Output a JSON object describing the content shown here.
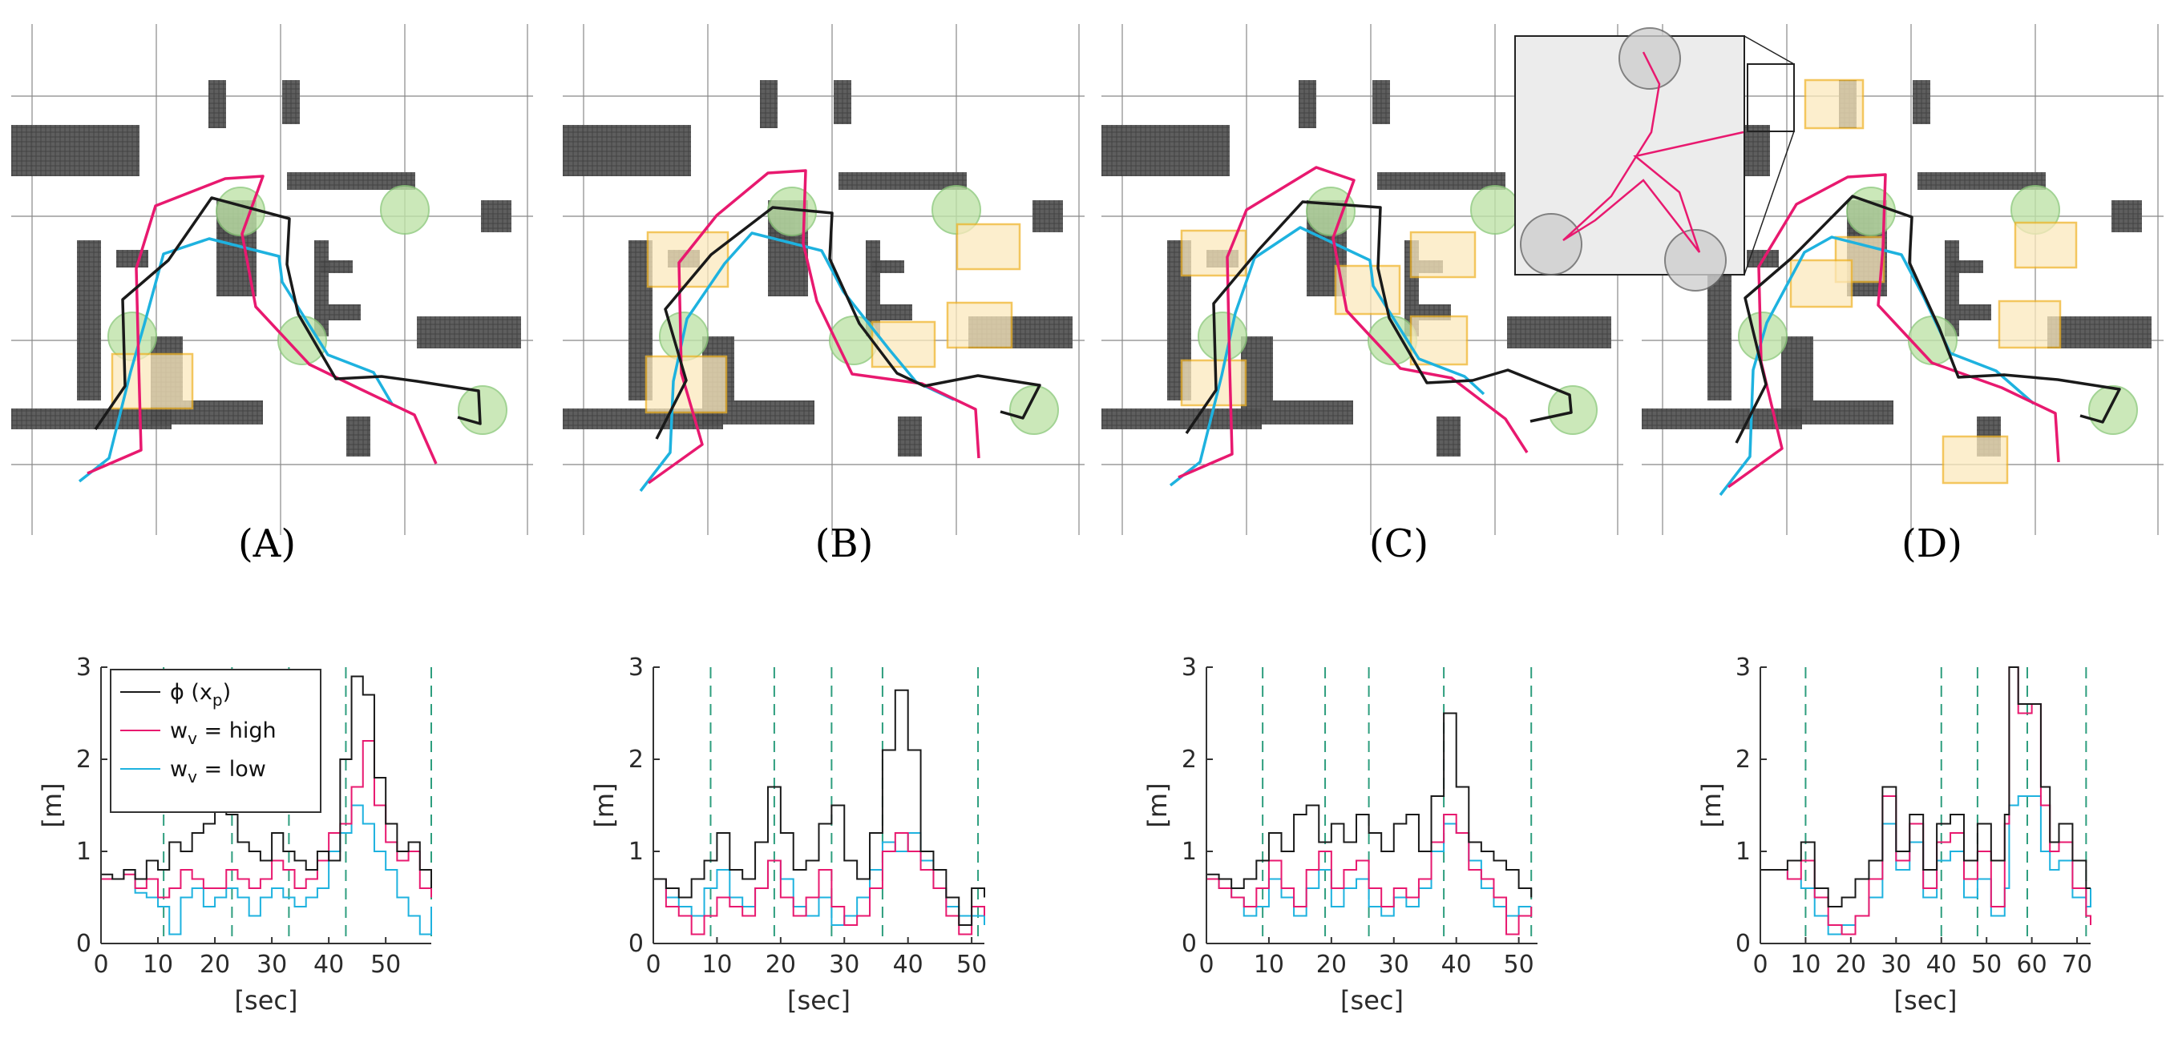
{
  "panel_labels": [
    "(A)",
    "(B)",
    "(C)",
    "(D)"
  ],
  "colors": {
    "phi": "#1a1a1a",
    "high": "#e8196f",
    "low": "#1eb2df",
    "goal_fill": "#bfe3a8",
    "goal_stroke": "#8cc97a",
    "box_fill": "#fbe9bd",
    "box_stroke": "#f0b429",
    "obstacle": "#4a4a4a",
    "event_line": "#2e9e7e"
  },
  "legend": {
    "phi": "ϕ (x",
    "phi_sub": "p",
    "phi_close": ")",
    "high_pre": "w",
    "high_sub": "v",
    "high_post": " = high",
    "low_pre": "w",
    "low_sub": "v",
    "low_post": " = low"
  },
  "chart_data": [
    {
      "type": "line",
      "panel": "A",
      "xlabel": "[sec]",
      "ylabel": "[m]",
      "xlim": [
        0,
        58
      ],
      "ylim": [
        0,
        3
      ],
      "xticks": [
        0,
        10,
        20,
        30,
        40,
        50
      ],
      "yticks": [
        0,
        1,
        2,
        3
      ],
      "event_lines": [
        11,
        23,
        33,
        43,
        58
      ],
      "series": [
        {
          "name": "phi",
          "x": [
            0,
            2,
            4,
            6,
            8,
            10,
            12,
            14,
            16,
            18,
            20,
            22,
            24,
            26,
            28,
            30,
            32,
            34,
            36,
            38,
            40,
            42,
            44,
            46,
            48,
            50,
            52,
            54,
            56,
            58
          ],
          "y": [
            0.75,
            0.7,
            0.8,
            0.7,
            0.9,
            0.8,
            1.1,
            1.0,
            1.2,
            1.3,
            1.7,
            1.4,
            1.1,
            1.0,
            0.9,
            1.2,
            1.0,
            0.9,
            0.8,
            1.0,
            0.9,
            2.0,
            2.9,
            2.7,
            1.8,
            1.3,
            1.0,
            1.1,
            0.8,
            0.6
          ]
        },
        {
          "name": "high",
          "x": [
            0,
            2,
            4,
            6,
            8,
            10,
            12,
            14,
            16,
            18,
            20,
            22,
            24,
            26,
            28,
            30,
            32,
            34,
            36,
            38,
            40,
            42,
            44,
            46,
            48,
            50,
            52,
            54,
            56,
            58
          ],
          "y": [
            0.7,
            0.7,
            0.75,
            0.6,
            0.7,
            0.5,
            0.6,
            0.8,
            0.7,
            0.6,
            0.6,
            0.8,
            0.7,
            0.6,
            0.7,
            0.9,
            0.8,
            0.6,
            0.7,
            0.9,
            1.2,
            1.3,
            1.7,
            2.2,
            1.5,
            1.1,
            0.9,
            1.0,
            0.6,
            0.5
          ]
        },
        {
          "name": "low",
          "x": [
            0,
            2,
            4,
            6,
            8,
            10,
            12,
            14,
            16,
            18,
            20,
            22,
            24,
            26,
            28,
            30,
            32,
            34,
            36,
            38,
            40,
            42,
            44,
            46,
            48,
            50,
            52,
            54,
            56,
            58
          ],
          "y": [
            0.7,
            0.7,
            0.8,
            0.55,
            0.5,
            0.4,
            0.1,
            0.5,
            0.6,
            0.4,
            0.5,
            0.6,
            0.5,
            0.3,
            0.5,
            0.6,
            0.5,
            0.4,
            0.5,
            0.6,
            1.0,
            1.2,
            1.5,
            1.3,
            1.0,
            0.8,
            0.5,
            0.3,
            0.1,
            0.4
          ]
        }
      ]
    },
    {
      "type": "line",
      "panel": "B",
      "xlabel": "[sec]",
      "ylabel": "[m]",
      "xlim": [
        0,
        52
      ],
      "ylim": [
        0,
        3
      ],
      "xticks": [
        0,
        10,
        20,
        30,
        40,
        50
      ],
      "yticks": [
        0,
        1,
        2,
        3
      ],
      "event_lines": [
        9,
        19,
        28,
        36,
        51
      ],
      "series": [
        {
          "name": "phi",
          "x": [
            0,
            2,
            4,
            6,
            8,
            10,
            12,
            14,
            16,
            18,
            20,
            22,
            24,
            26,
            28,
            30,
            32,
            34,
            36,
            38,
            40,
            42,
            44,
            46,
            48,
            50,
            52
          ],
          "y": [
            0.7,
            0.6,
            0.5,
            0.7,
            0.9,
            1.2,
            0.8,
            0.7,
            1.1,
            1.7,
            1.2,
            0.8,
            0.9,
            1.3,
            1.5,
            0.9,
            0.7,
            1.2,
            2.1,
            2.75,
            2.1,
            1.0,
            0.8,
            0.5,
            0.2,
            0.6,
            0.5
          ]
        },
        {
          "name": "high",
          "x": [
            0,
            2,
            4,
            6,
            8,
            10,
            12,
            14,
            16,
            18,
            20,
            22,
            24,
            26,
            28,
            30,
            32,
            34,
            36,
            38,
            40,
            42,
            44,
            46,
            48,
            50,
            52
          ],
          "y": [
            0.7,
            0.4,
            0.3,
            0.1,
            0.3,
            0.5,
            0.4,
            0.3,
            0.6,
            0.9,
            0.5,
            0.3,
            0.5,
            0.8,
            0.4,
            0.2,
            0.3,
            0.6,
            1.0,
            1.2,
            1.0,
            0.8,
            0.6,
            0.3,
            0.1,
            0.4,
            0.3
          ]
        },
        {
          "name": "low",
          "x": [
            0,
            2,
            4,
            6,
            8,
            10,
            12,
            14,
            16,
            18,
            20,
            22,
            24,
            26,
            28,
            30,
            32,
            34,
            36,
            38,
            40,
            42,
            44,
            46,
            48,
            50,
            52
          ],
          "y": [
            0.7,
            0.5,
            0.4,
            0.3,
            0.6,
            0.8,
            0.5,
            0.4,
            0.6,
            0.9,
            0.7,
            0.4,
            0.3,
            0.5,
            0.2,
            0.3,
            0.5,
            0.8,
            1.1,
            1.0,
            1.2,
            0.9,
            0.6,
            0.4,
            0.3,
            0.3,
            0.2
          ]
        }
      ]
    },
    {
      "type": "line",
      "panel": "C",
      "xlabel": "[sec]",
      "ylabel": "[m]",
      "xlim": [
        0,
        53
      ],
      "ylim": [
        0,
        3
      ],
      "xticks": [
        0,
        10,
        20,
        30,
        40,
        50
      ],
      "yticks": [
        0,
        1,
        2,
        3
      ],
      "event_lines": [
        9,
        19,
        26,
        38,
        52
      ],
      "series": [
        {
          "name": "phi",
          "x": [
            0,
            2,
            4,
            6,
            8,
            10,
            12,
            14,
            16,
            18,
            20,
            22,
            24,
            26,
            28,
            30,
            32,
            34,
            36,
            38,
            40,
            42,
            44,
            46,
            48,
            50,
            52
          ],
          "y": [
            0.75,
            0.7,
            0.6,
            0.7,
            0.9,
            1.2,
            1.0,
            1.4,
            1.5,
            1.1,
            1.3,
            1.1,
            1.4,
            1.2,
            1.0,
            1.3,
            1.4,
            1.0,
            1.6,
            2.5,
            1.7,
            1.1,
            1.0,
            0.9,
            0.8,
            0.6,
            0.5
          ]
        },
        {
          "name": "high",
          "x": [
            0,
            2,
            4,
            6,
            8,
            10,
            12,
            14,
            16,
            18,
            20,
            22,
            24,
            26,
            28,
            30,
            32,
            34,
            36,
            38,
            40,
            42,
            44,
            46,
            48,
            50,
            52
          ],
          "y": [
            0.7,
            0.6,
            0.5,
            0.4,
            0.6,
            0.9,
            0.6,
            0.4,
            0.8,
            1.0,
            0.6,
            0.8,
            0.9,
            0.6,
            0.4,
            0.6,
            0.5,
            0.7,
            1.1,
            1.4,
            1.2,
            0.8,
            0.7,
            0.5,
            0.1,
            0.3,
            0.4
          ]
        },
        {
          "name": "low",
          "x": [
            0,
            2,
            4,
            6,
            8,
            10,
            12,
            14,
            16,
            18,
            20,
            22,
            24,
            26,
            28,
            30,
            32,
            34,
            36,
            38,
            40,
            42,
            44,
            46,
            48,
            50,
            52
          ],
          "y": [
            0.7,
            0.6,
            0.5,
            0.3,
            0.4,
            0.7,
            0.5,
            0.3,
            0.6,
            0.8,
            0.4,
            0.6,
            0.7,
            0.4,
            0.3,
            0.5,
            0.4,
            0.6,
            1.0,
            1.3,
            1.2,
            0.9,
            0.6,
            0.4,
            0.3,
            0.4,
            0.4
          ]
        }
      ]
    },
    {
      "type": "line",
      "panel": "D",
      "xlabel": "[sec]",
      "ylabel": "[m]",
      "xlim": [
        0,
        73
      ],
      "ylim": [
        0,
        3
      ],
      "xticks": [
        0,
        10,
        20,
        30,
        40,
        50,
        60,
        70
      ],
      "yticks": [
        0,
        1,
        2,
        3
      ],
      "event_lines": [
        10,
        40,
        48,
        59,
        72
      ],
      "series": [
        {
          "name": "phi",
          "x": [
            0,
            3,
            6,
            9,
            12,
            15,
            18,
            21,
            24,
            27,
            30,
            33,
            36,
            39,
            42,
            45,
            48,
            51,
            54,
            55,
            57,
            60,
            62,
            64,
            66,
            69,
            72,
            73
          ],
          "y": [
            0.8,
            0.8,
            0.9,
            1.1,
            0.6,
            0.4,
            0.5,
            0.7,
            0.9,
            1.7,
            1.0,
            1.4,
            0.8,
            1.3,
            1.4,
            0.9,
            1.3,
            0.9,
            1.4,
            3.0,
            2.6,
            2.6,
            1.7,
            1.1,
            1.3,
            0.9,
            0.6,
            0.6
          ]
        },
        {
          "name": "high",
          "x": [
            0,
            3,
            6,
            9,
            12,
            15,
            18,
            21,
            24,
            27,
            30,
            33,
            36,
            39,
            42,
            45,
            48,
            51,
            54,
            55,
            57,
            60,
            62,
            64,
            66,
            69,
            72,
            73
          ],
          "y": [
            0.8,
            0.8,
            0.7,
            0.9,
            0.5,
            0.2,
            0.1,
            0.3,
            0.7,
            1.6,
            0.9,
            1.3,
            0.6,
            1.1,
            1.2,
            0.7,
            1.0,
            0.4,
            1.3,
            3.0,
            2.5,
            2.6,
            1.5,
            1.0,
            1.1,
            0.6,
            0.3,
            0.2
          ]
        },
        {
          "name": "low",
          "x": [
            0,
            3,
            6,
            9,
            12,
            15,
            18,
            21,
            24,
            27,
            30,
            33,
            36,
            39,
            42,
            45,
            48,
            51,
            54,
            55,
            57,
            60,
            62,
            64,
            66,
            69,
            72,
            73
          ],
          "y": [
            0.8,
            0.8,
            0.7,
            0.6,
            0.3,
            0.1,
            0.2,
            0.3,
            0.5,
            1.3,
            0.8,
            1.1,
            0.5,
            0.9,
            1.0,
            0.5,
            0.7,
            0.3,
            0.6,
            1.5,
            1.6,
            1.6,
            1.0,
            0.8,
            0.9,
            0.5,
            0.4,
            0.6
          ]
        }
      ]
    }
  ]
}
